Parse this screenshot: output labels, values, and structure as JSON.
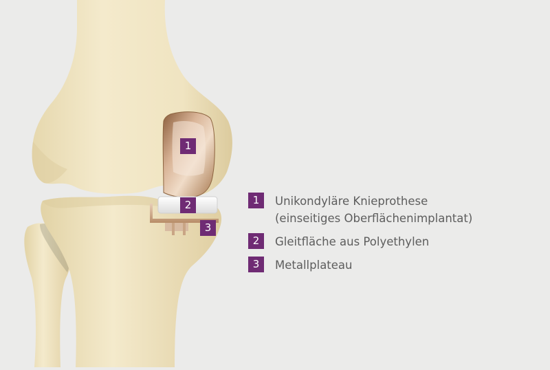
{
  "diagram": {
    "colors": {
      "background": "#ebebea",
      "bone": "#f1e6c6",
      "bone_shadow": "#d8c79c",
      "metal": "#c69c77",
      "polyethylene": "#f6f6f5",
      "marker": "#6f2b74",
      "legend_text": "#5d5d5d"
    },
    "markers": [
      {
        "number": "1"
      },
      {
        "number": "2"
      },
      {
        "number": "3"
      }
    ],
    "legend": [
      {
        "number": "1",
        "text": "Unikondyläre Knieprothese\n(einseitiges Oberflächenimplantat)"
      },
      {
        "number": "2",
        "text": "Gleitfläche aus Polyethylen"
      },
      {
        "number": "3",
        "text": "Metallplateau"
      }
    ]
  }
}
